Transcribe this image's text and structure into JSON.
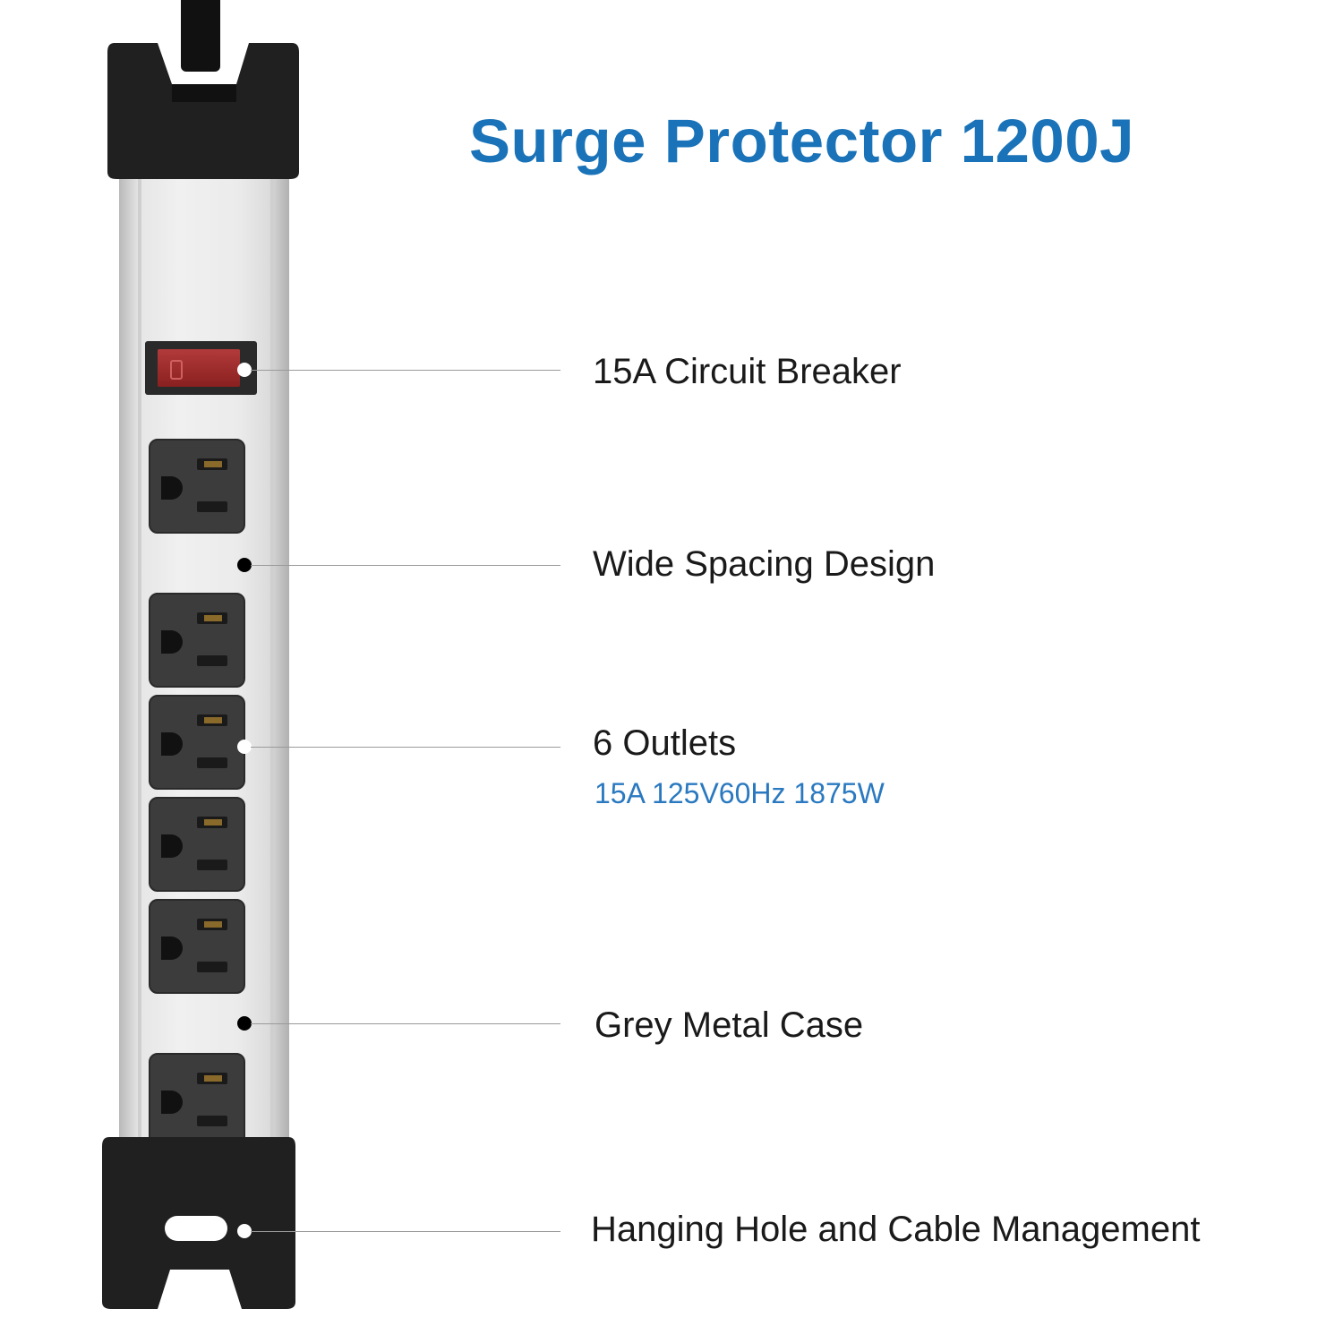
{
  "title": "Surge Protector 1200J",
  "colors": {
    "title": "#1a73b8",
    "sublabel": "#2a79c0"
  },
  "features": [
    {
      "label": "15A Circuit Breaker"
    },
    {
      "label": "Wide Spacing Design"
    },
    {
      "label": "6 Outlets",
      "sublabel": "15A 125V60Hz 1875W"
    },
    {
      "label": "Grey Metal Case"
    },
    {
      "label": "Hanging Hole and Cable Management"
    }
  ]
}
